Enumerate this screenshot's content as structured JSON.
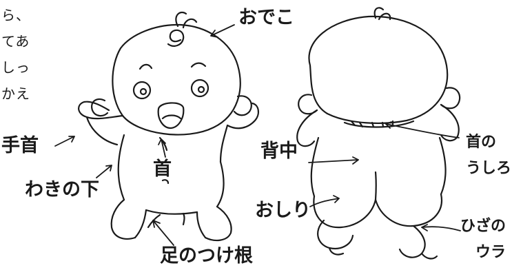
{
  "snippet_lines": [
    "ら、",
    "てあ",
    "しっ",
    "かえ"
  ],
  "labels": {
    "odeko": "おでこ",
    "tekubi": "手首",
    "waki_no_shita": "わきの下",
    "kubi": "首",
    "ashi_no_tsukene": "足のつけ根",
    "senaka": "背中",
    "oshiri": "おしり",
    "kubi_no_ushiro_1": "首の",
    "kubi_no_ushiro_2": "うしろ",
    "hiza_no_ura_1": "ひざの",
    "hiza_no_ura_2": "ウラ"
  },
  "colors": {
    "ink": "#1a1a1a",
    "background": "#ffffff"
  }
}
